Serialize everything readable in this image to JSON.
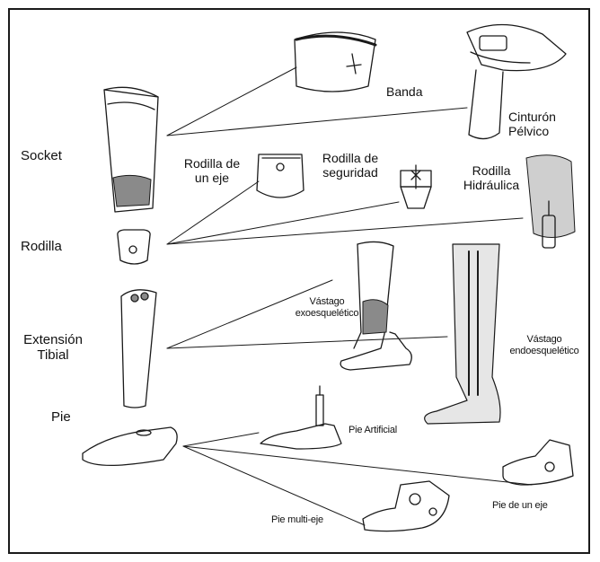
{
  "labels": {
    "socket": "Socket",
    "rodilla": "Rodilla",
    "extension_tibial": [
      "Extensión",
      "Tibial"
    ],
    "pie": "Pie",
    "banda": "Banda",
    "cinturon_pelvico": [
      "Cinturón",
      "Pélvico"
    ],
    "rodilla_un_eje": [
      "Rodilla de",
      "un eje"
    ],
    "rodilla_seguridad": [
      "Rodilla de",
      "seguridad"
    ],
    "rodilla_hidraulica": [
      "Rodilla",
      "Hidráulica"
    ],
    "vastago_exo": [
      "Vástago",
      "exoesquelético"
    ],
    "vastago_endo": [
      "Vástago",
      "endoesquelético"
    ],
    "pie_artificial": "Pie Artificial",
    "pie_un_eje": "Pie de un eje",
    "pie_multi_eje": "Pie multi-eje"
  },
  "colors": {
    "ink": "#1a1a1a",
    "paper": "#ffffff",
    "shade": "#8a8a8a"
  }
}
